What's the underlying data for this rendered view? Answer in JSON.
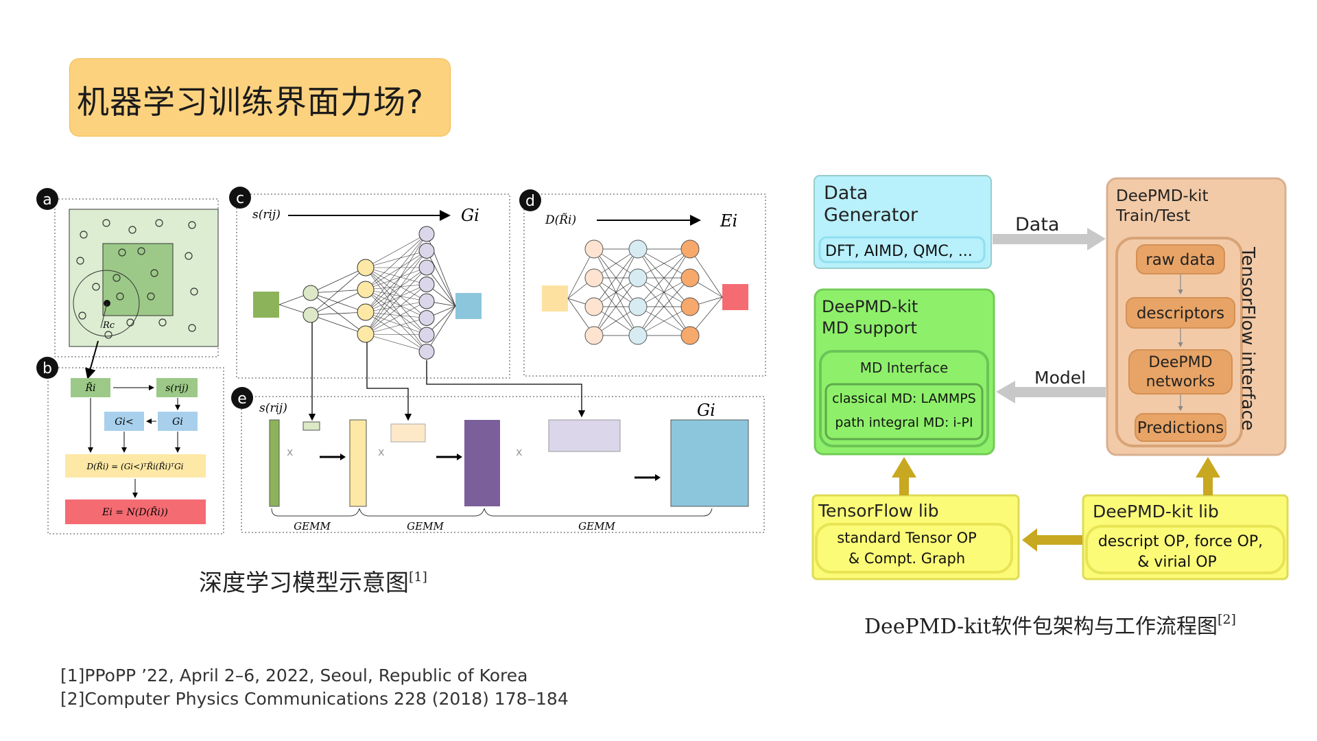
{
  "title": "机器学习训练界面力场?",
  "left_figure": {
    "caption": "深度学习模型示意图",
    "caption_ref": "[1]",
    "panel_labels": [
      "a",
      "b",
      "c",
      "d",
      "e"
    ],
    "panel_a": {
      "rc_label": "Rc"
    },
    "panel_b": {
      "r_tilde": "R̃i",
      "s_rij": "s(rij)",
      "g_lt": "Gi<",
      "g": "Gi",
      "d_formula": "D(R̃i) = (Gi<)ᵀR̃i(R̃i)ᵀGi",
      "e_formula": "Ei = N(D(R̃i))"
    },
    "panel_c": {
      "input": "s(rij)",
      "output": "Gi"
    },
    "panel_d": {
      "input": "D(R̃i)",
      "output": "Ei"
    },
    "panel_e": {
      "input": "s(rij)",
      "output": "Gi",
      "gemm": [
        "GEMM",
        "GEMM",
        "GEMM"
      ],
      "times": "x"
    }
  },
  "right_figure": {
    "caption": "DeePMD-kit软件包架构与工作流程图",
    "caption_ref": "[2]",
    "data_generator": {
      "title_line1": "Data",
      "title_line2": "Generator",
      "sub": "DFT, AIMD, QMC, ..."
    },
    "train_test": {
      "title_line1": "DeePMD-kit",
      "title_line2": "Train/Test",
      "side_label": "TensorFlow interface",
      "steps": [
        {
          "label": "raw data"
        },
        {
          "label": "descriptors"
        },
        {
          "label": "DeePMD networks",
          "line1": "DeePMD",
          "line2": "networks"
        },
        {
          "label": "Predictions"
        }
      ]
    },
    "md_support": {
      "title_line1": "DeePMD-kit",
      "title_line2": "MD support",
      "interface": "MD Interface",
      "classical": "classical MD: LAMMPS",
      "path_integral": "path integral MD: i-PI"
    },
    "tf_lib": {
      "title": "TensorFlow lib",
      "sub_line1": "standard Tensor OP",
      "sub_line2": "& Compt. Graph"
    },
    "deepmd_lib": {
      "title": "DeePMD-kit lib",
      "sub_line1": "descript OP, force OP,",
      "sub_line2": "& virial OP"
    },
    "arrow_labels": {
      "data": "Data",
      "model": "Model"
    }
  },
  "references": [
    "[1]PPoPP ’22, April 2–6, 2022, Seoul, Republic of Korea",
    "[2]Computer Physics Communications 228 (2018) 178–184"
  ]
}
